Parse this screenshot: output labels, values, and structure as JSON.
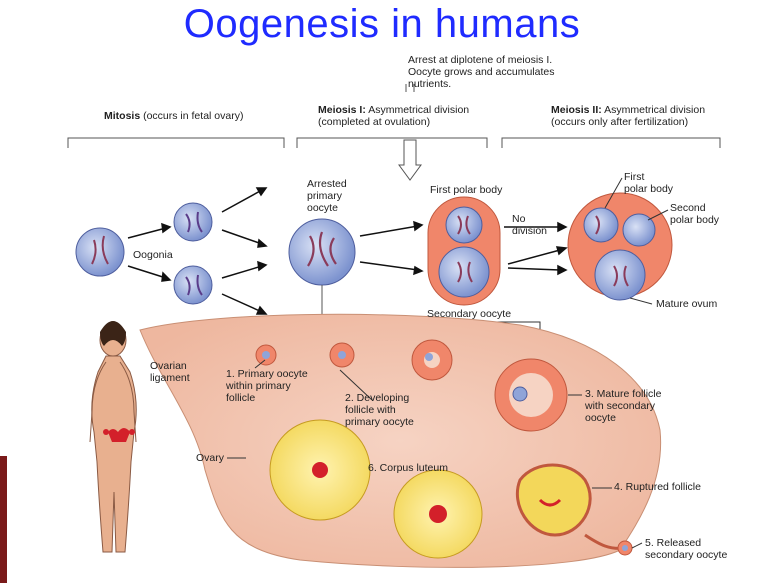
{
  "title": "Oogenesis in humans",
  "arrest_note": "Arrest at diplotene of meiosis I.\nOocyte grows and accumulates\nnutrients.",
  "phases": {
    "mitosis": {
      "name": "Mitosis",
      "desc": " (occurs in fetal ovary)"
    },
    "meiosis1": {
      "name": "Meiosis I:",
      "desc": " Asymmetrical division",
      "desc2": "(completed at ovulation)"
    },
    "meiosis2": {
      "name": "Meiosis II:",
      "desc": " Asymmetrical division",
      "desc2": "(occurs only after fertilization)"
    }
  },
  "cells": {
    "oogonia": "Oogonia",
    "arrested": "Arrested\nprimary\noocyte",
    "first_polar": "First polar body",
    "no_division": "No\ndivision",
    "first_polar2": "First\npolar body",
    "second_polar": "Second\npolar body",
    "mature_ovum": "Mature ovum",
    "secondary_oocyte": "Secondary oocyte"
  },
  "ovary": {
    "ovarian_ligament": "Ovarian\nligament",
    "ovary": "Ovary",
    "step1": "1. Primary oocyte\nwithin primary\nfollicle",
    "step2": "2. Developing\nfollicle with\nprimary oocyte",
    "step3": "3. Mature follicle\nwith secondary\noocyte",
    "step4": "4. Ruptured follicle",
    "step5": "5. Released\nsecondary oocyte",
    "step6": "6. Corpus luteum"
  },
  "colors": {
    "title": "#1f2bff",
    "cell_blue": "#8fa4d8",
    "ovary_pink": "#f3c4ad",
    "follicle_orange": "#f0866a",
    "luteum_yellow": "#f7e27a"
  }
}
